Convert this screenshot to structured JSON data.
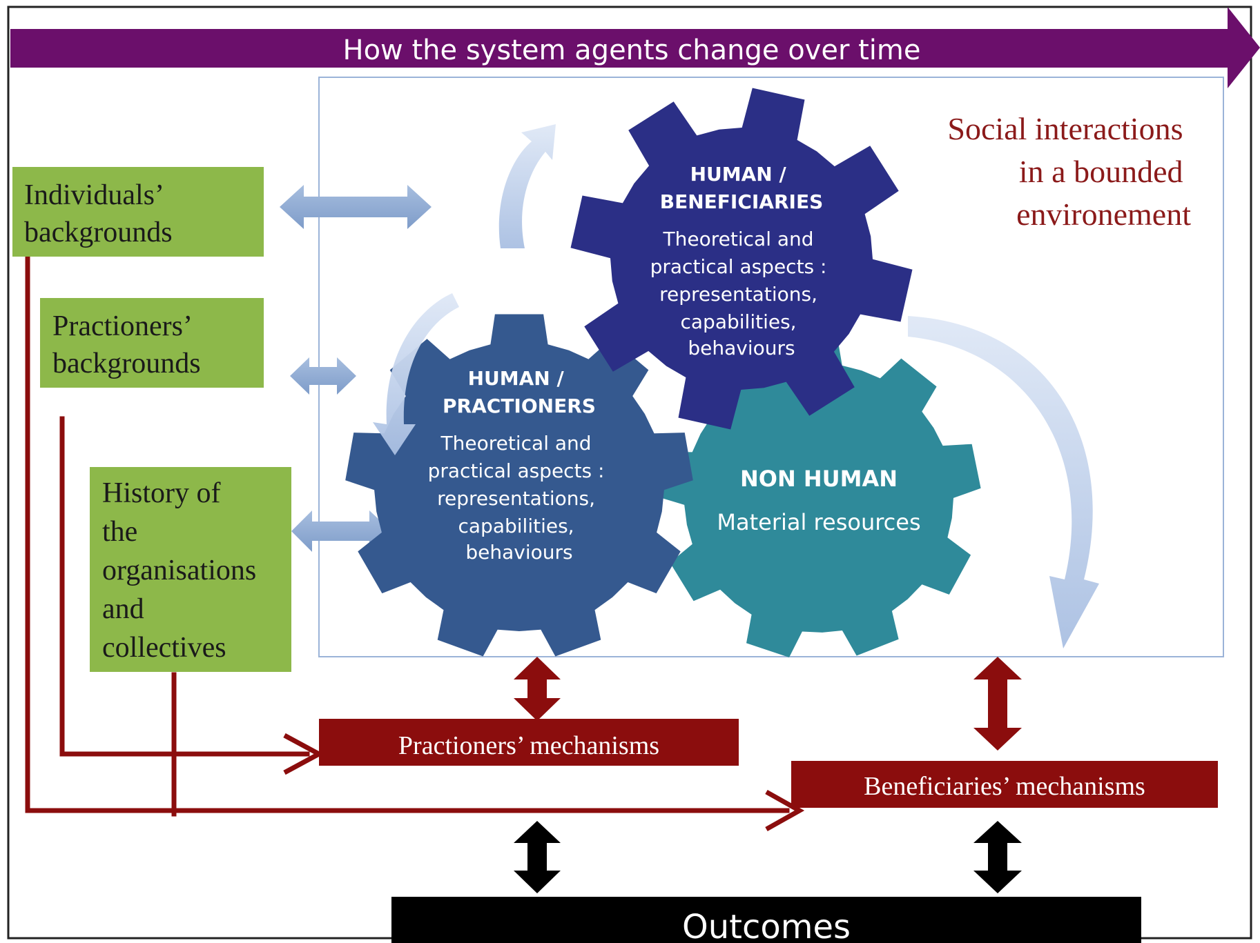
{
  "banner": {
    "label": "How the system agents change over time",
    "color": "#6b0f6b"
  },
  "environment": {
    "caption_lines": [
      "Social interactions",
      "in a bounded",
      "environement"
    ],
    "caption_color": "#8b1a1a"
  },
  "boxes": {
    "individuals": {
      "lines": [
        "Individuals’",
        "backgrounds"
      ]
    },
    "practitioners": {
      "lines": [
        "Practioners’",
        "backgrounds"
      ]
    },
    "history": {
      "lines": [
        "History of",
        "the",
        "organisations",
        "and",
        "collectives"
      ]
    },
    "color": "#8db84a"
  },
  "gears": {
    "beneficiaries": {
      "title_lines": [
        "HUMAN /",
        "BENEFICIARIES"
      ],
      "body_lines": [
        "Theoretical and",
        "practical aspects :",
        "representations,",
        "capabilities,",
        "behaviours"
      ],
      "color": "#2b2f86"
    },
    "practitioners": {
      "title_lines": [
        "HUMAN /",
        "PRACTIONERS"
      ],
      "body_lines": [
        "Theoretical and",
        "practical aspects :",
        "representations,",
        "capabilities,",
        "behaviours"
      ],
      "color": "#35598f"
    },
    "non_human": {
      "title": "NON HUMAN",
      "body": "Material resources",
      "color": "#2f8a9a"
    }
  },
  "mechanisms": {
    "practitioners": "Practioners’ mechanisms",
    "beneficiaries": "Beneficiaries’ mechanisms",
    "color": "#8b0d0d"
  },
  "outcomes": {
    "label": "Outcomes",
    "color": "#000000"
  }
}
